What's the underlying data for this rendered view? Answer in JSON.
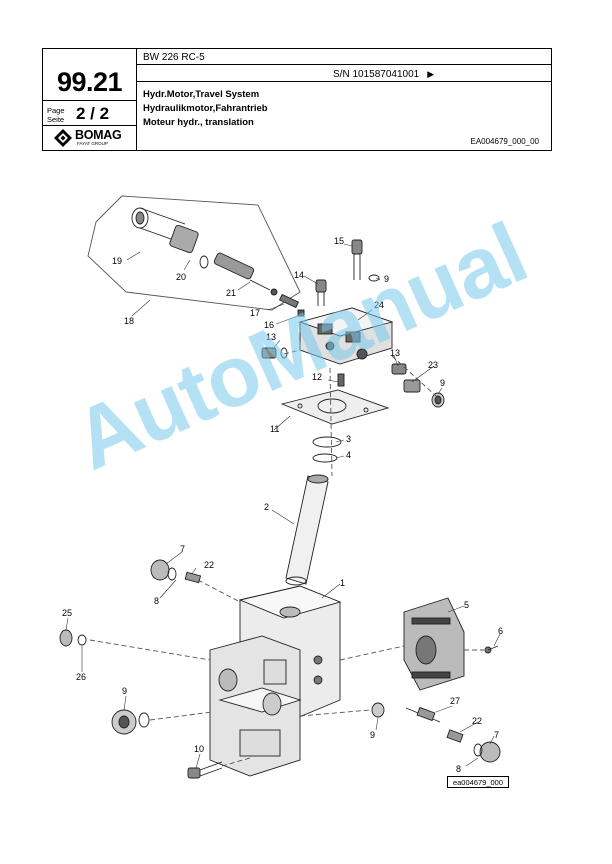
{
  "header": {
    "machine": "BW 226 RC-5",
    "serial": "S/N 101587041001",
    "section": "99.21",
    "page_label_en": "Page",
    "page_label_de": "Seite",
    "page": "2 / 2",
    "title_en": "Hydr.Motor,Travel System",
    "title_de": "Hydraulikmotor,Fahrantrieb",
    "title_fr": "Moteur hydr., translation",
    "doc_ref": "EA004679_000_00",
    "brand": "BOMAG",
    "brand_sub": "FAYAT GROUP"
  },
  "drawing": {
    "watermark": "AutoManual",
    "figure_ref": "ea004679_000",
    "callouts": {
      "c1": "1",
      "c2": "2",
      "c3": "3",
      "c4": "4",
      "c5": "5",
      "c6": "6",
      "c7a": "7",
      "c7b": "7",
      "c8a": "8",
      "c8b": "8",
      "c9a": "9",
      "c9b": "9",
      "c9c": "9",
      "c9d": "9",
      "c10": "10",
      "c11": "11",
      "c12": "12",
      "c13a": "13",
      "c13b": "13",
      "c14": "14",
      "c15": "15",
      "c16": "16",
      "c17": "17",
      "c18": "18",
      "c19": "19",
      "c20": "20",
      "c21": "21",
      "c22a": "22",
      "c22b": "22",
      "c23": "23",
      "c24": "24",
      "c25": "25",
      "c26": "26",
      "c27": "27"
    }
  }
}
